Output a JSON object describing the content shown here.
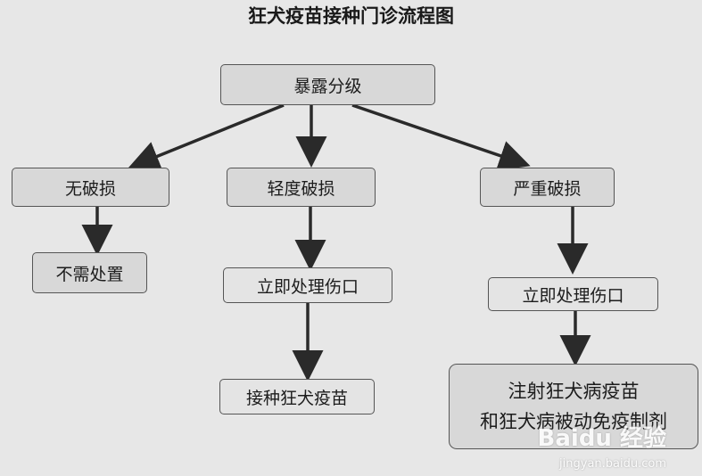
{
  "title": "狂犬疫苗接种门诊流程图",
  "nodes": {
    "root": "暴露分级",
    "none": "无破损",
    "mild": "轻度破损",
    "severe": "严重破损",
    "none_action": "不需处置",
    "mild_treat": "立即处理伤口",
    "mild_vaccine": "接种狂犬疫苗",
    "severe_treat": "立即处理伤口",
    "severe_final_line1": "注射狂犬病疫苗",
    "severe_final_line2": "和狂犬病被动免疫制剂"
  },
  "colors": {
    "line": "#2a2a2a",
    "box_fill": "#d8d8d8",
    "box_border": "#555555",
    "background": "#e7e7e7"
  },
  "watermark": {
    "brand": "Baidu 经验",
    "url": "jingyan.baidu.com"
  }
}
